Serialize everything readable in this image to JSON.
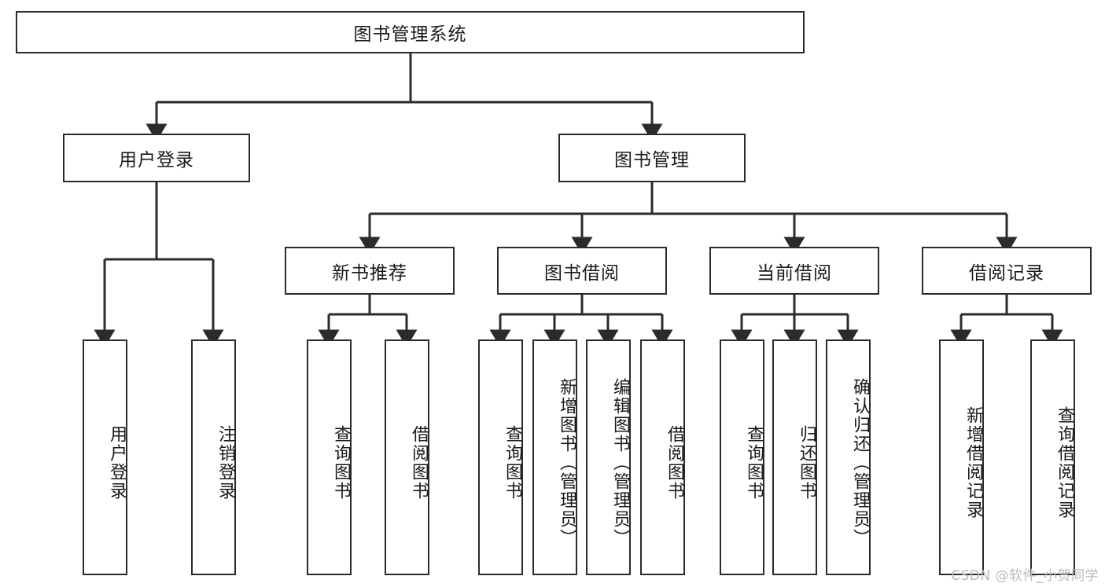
{
  "diagram": {
    "title": "图书管理系统",
    "type": "tree-hierarchy-chart",
    "root": {
      "label": "图书管理系统"
    },
    "level2": [
      {
        "id": "user-login",
        "label": "用户登录"
      },
      {
        "id": "book-management",
        "label": "图书管理"
      }
    ],
    "level3": [
      {
        "id": "new-book-recommend",
        "label": "新书推荐",
        "parent": "book-management"
      },
      {
        "id": "book-borrow",
        "label": "图书借阅",
        "parent": "book-management"
      },
      {
        "id": "current-borrow",
        "label": "当前借阅",
        "parent": "book-management"
      },
      {
        "id": "borrow-record",
        "label": "借阅记录",
        "parent": "book-management"
      }
    ],
    "leaves": {
      "user-login": [
        {
          "id": "leaf-user-login",
          "label": "用户登录"
        },
        {
          "id": "leaf-user-logout",
          "label": "注销登录"
        }
      ],
      "new-book-recommend": [
        {
          "id": "leaf-query-book-1",
          "label": "查询图书"
        },
        {
          "id": "leaf-borrow-book-1",
          "label": "借阅图书"
        }
      ],
      "book-borrow": [
        {
          "id": "leaf-query-book-2",
          "label": "查询图书"
        },
        {
          "id": "leaf-add-book",
          "label": "新增图书（管理员）"
        },
        {
          "id": "leaf-edit-book",
          "label": "编辑图书（管理员）"
        },
        {
          "id": "leaf-borrow-book-2",
          "label": "借阅图书"
        }
      ],
      "current-borrow": [
        {
          "id": "leaf-query-book-3",
          "label": "查询图书"
        },
        {
          "id": "leaf-return-book",
          "label": "归还图书"
        },
        {
          "id": "leaf-confirm-return",
          "label": "确认归还（管理员）"
        }
      ],
      "borrow-record": [
        {
          "id": "leaf-add-record",
          "label": "新增借阅记录"
        },
        {
          "id": "leaf-query-record",
          "label": "查询借阅记录"
        }
      ]
    }
  },
  "watermark": {
    "text": "CSDN @软件_小贺同学"
  },
  "colors": {
    "border": "#2b2b2b",
    "background": "#ffffff",
    "text": "#1a1a1a",
    "watermark": "#b9b9b9"
  }
}
